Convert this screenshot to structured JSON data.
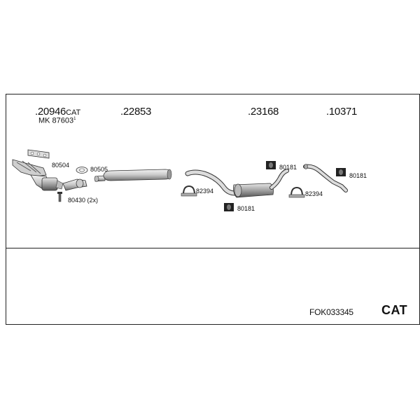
{
  "top_part_numbers": {
    "p1": {
      "number": ".20946",
      "suffix": "CAT"
    },
    "p2": ".22853",
    "p3": ".23168",
    "p4": ".10371"
  },
  "mounting_kit": {
    "label": "MK 87603",
    "note": "1"
  },
  "callouts": {
    "c80504": "80504",
    "c80505": "80505",
    "c80430": "80430 (2x)",
    "c82394a": "82394",
    "c80181a": "80181",
    "c80181b": "80181",
    "c82394b": "82394",
    "c80181c": "80181"
  },
  "footer": {
    "code": "FOK033345",
    "tag": "CAT"
  }
}
